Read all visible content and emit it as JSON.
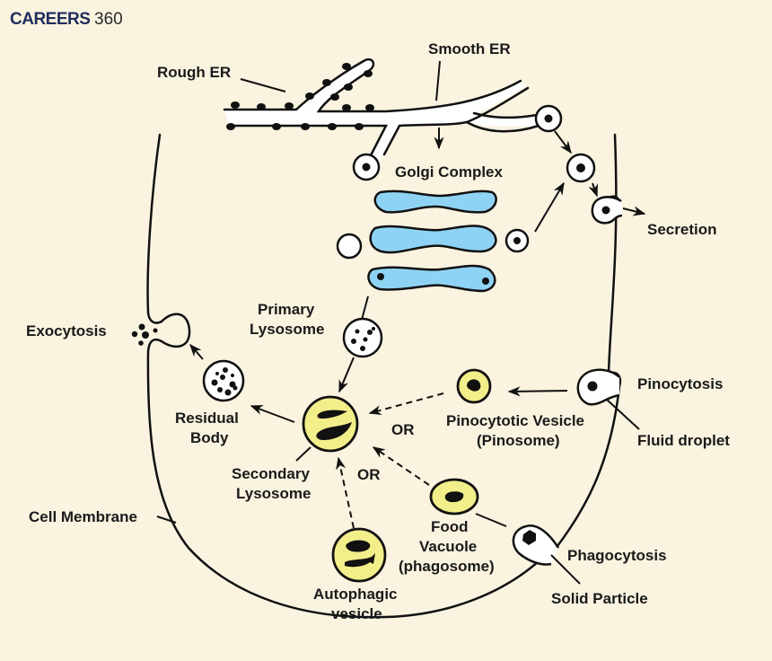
{
  "brand": {
    "name": "CAREERS",
    "number": "360"
  },
  "colors": {
    "background": "#faf3e0",
    "golgi_fill": "#8fd3f4",
    "lysosome_yellow": "#f2ee8a",
    "vesicle_white": "#ffffff",
    "ink": "#111111",
    "brand_navy": "#1f2d5c"
  },
  "labels": {
    "rough_er": "Rough ER",
    "smooth_er": "Smooth ER",
    "golgi_complex": "Golgi Complex",
    "secretion": "Secretion",
    "exocytosis": "Exocytosis",
    "primary_lysosome_1": "Primary",
    "primary_lysosome_2": "Lysosome",
    "residual_body_1": "Residual",
    "residual_body_2": "Body",
    "secondary_lysosome_1": "Secondary",
    "secondary_lysosome_2": "Lysosome",
    "pinocytosis": "Pinocytosis",
    "pinocytotic_vesicle_1": "Pinocytotic Vesicle",
    "pinocytotic_vesicle_2": "(Pinosome)",
    "fluid_droplet": "Fluid droplet",
    "or_1": "OR",
    "or_2": "OR",
    "cell_membrane": "Cell Membrane",
    "food_vacuole_1": "Food",
    "food_vacuole_2": "Vacuole",
    "food_vacuole_3": "(phagosome)",
    "phagocytosis": "Phagocytosis",
    "solid_particle": "Solid Particle",
    "autophagic_vesicle_1": "Autophagic",
    "autophagic_vesicle_2": "vesicle"
  }
}
